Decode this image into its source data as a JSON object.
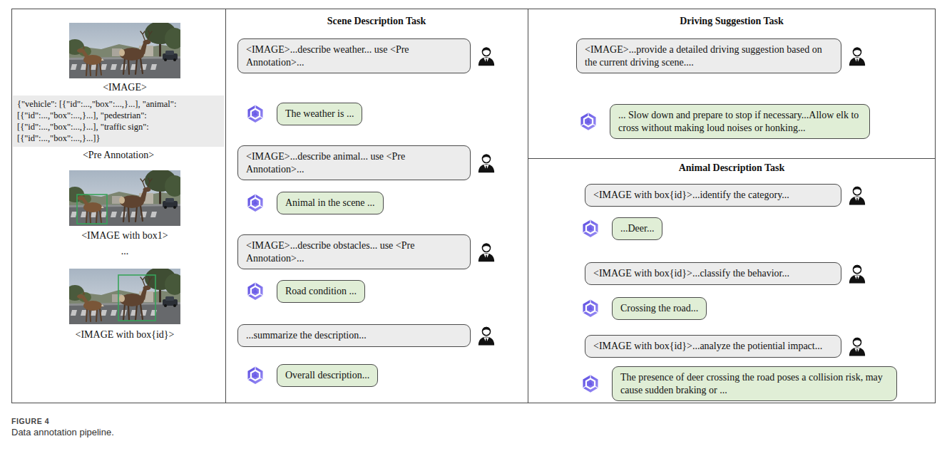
{
  "diagram": {
    "caption": "Data annotation pipeline.",
    "nodes": [
      {
        "text": [
          "{\"vehicle\": [{\"id\":...,\"box\":...,}...], \"animal\": [{\"id\":...,\"box\":...,}...], \"pedestrian\": [{\"id\":...,\"box\":...,}...], \"traffic sign\": [{\"id\":...,\"box\":...,}...]}"
        ]
      },
      {
        "text": [
          "Scene Description Task"
        ]
      },
      {
        "text": [
          "<IMAGE>...describe weather... use <Pre Annotation>..."
        ],
        "in": 1
      },
      {
        "text": [
          "The weather is ..."
        ],
        "in": 1
      },
      {
        "text": [
          "<IMAGE>...describe animal... use <Pre Annotation>..."
        ],
        "in": 1
      },
      {
        "text": [
          "Animal in the scene ..."
        ],
        "in": 1
      },
      {
        "text": [
          "<IMAGE>...describe obstacles... use <Pre Annotation>..."
        ],
        "in": 1
      },
      {
        "text": [
          "Road condition ..."
        ],
        "in": 1
      },
      {
        "text": [
          "...summarize the description..."
        ],
        "in": 1
      },
      {
        "text": [
          "Overall description..."
        ],
        "in": 1
      },
      {
        "text": [
          "Driving Suggestion Task"
        ]
      },
      {
        "text": [
          "<IMAGE>...provide a detailed driving suggestion based on the current driving scene...."
        ],
        "in": 10
      },
      {
        "text": [
          "... Slow down and prepare to stop if necessary...Allow elk to cross without making loud noises or honking..."
        ],
        "in": 10
      },
      {
        "text": [
          "Animal Description Task"
        ]
      },
      {
        "text": [
          "<IMAGE with box{id}>...identify the category..."
        ],
        "in": 13
      },
      {
        "text": [
          "...Deer..."
        ],
        "in": 13
      },
      {
        "text": [
          "<IMAGE with box{id}>...classify the behavior..."
        ],
        "in": 13
      },
      {
        "text": [
          "Crossing the road..."
        ],
        "in": 13
      },
      {
        "text": [
          "<IMAGE with box{id}>...analyze the potiential impact..."
        ],
        "in": 13
      },
      {
        "text": [
          "The presence of deer crossing the road poses a collision risk, may cause sudden braking or ..."
        ],
        "in": 13
      }
    ],
    "labels": [
      "<IMAGE>",
      "<Pre Annotation>",
      "<IMAGE with box1>",
      "...",
      "<IMAGE with box{id}>",
      "FIGURE 4"
    ]
  }
}
